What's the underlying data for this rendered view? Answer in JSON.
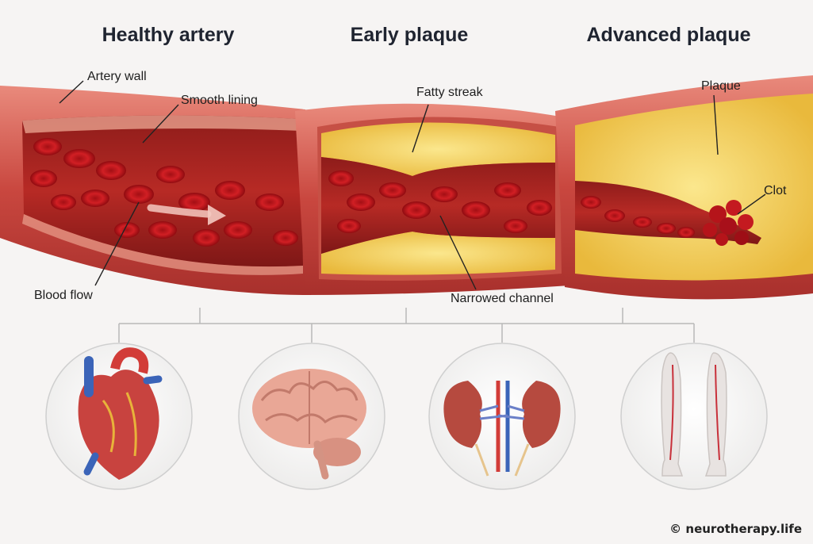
{
  "stages": [
    {
      "title": "Healthy artery"
    },
    {
      "title": "Early plaque"
    },
    {
      "title": "Advanced plaque"
    }
  ],
  "labels": {
    "artery_wall": "Artery wall",
    "smooth_lining": "Smooth lining",
    "blood_flow": "Blood flow",
    "fatty_streak": "Fatty streak",
    "narrowed_channel": "Narrowed channel",
    "plaque": "Plaque",
    "clot": "Clot"
  },
  "organs": [
    {
      "name": "heart",
      "icon": "heart-icon"
    },
    {
      "name": "brain",
      "icon": "brain-icon"
    },
    {
      "name": "kidneys",
      "icon": "kidneys-icon"
    },
    {
      "name": "legs",
      "icon": "legs-icon"
    }
  ],
  "colors": {
    "artery": "#c94b45",
    "blood_cell": "#c4161c",
    "plaque": "#f2d25a",
    "background": "#f6f4f3"
  },
  "footer": {
    "copyright": "© neurotherapy.life"
  }
}
